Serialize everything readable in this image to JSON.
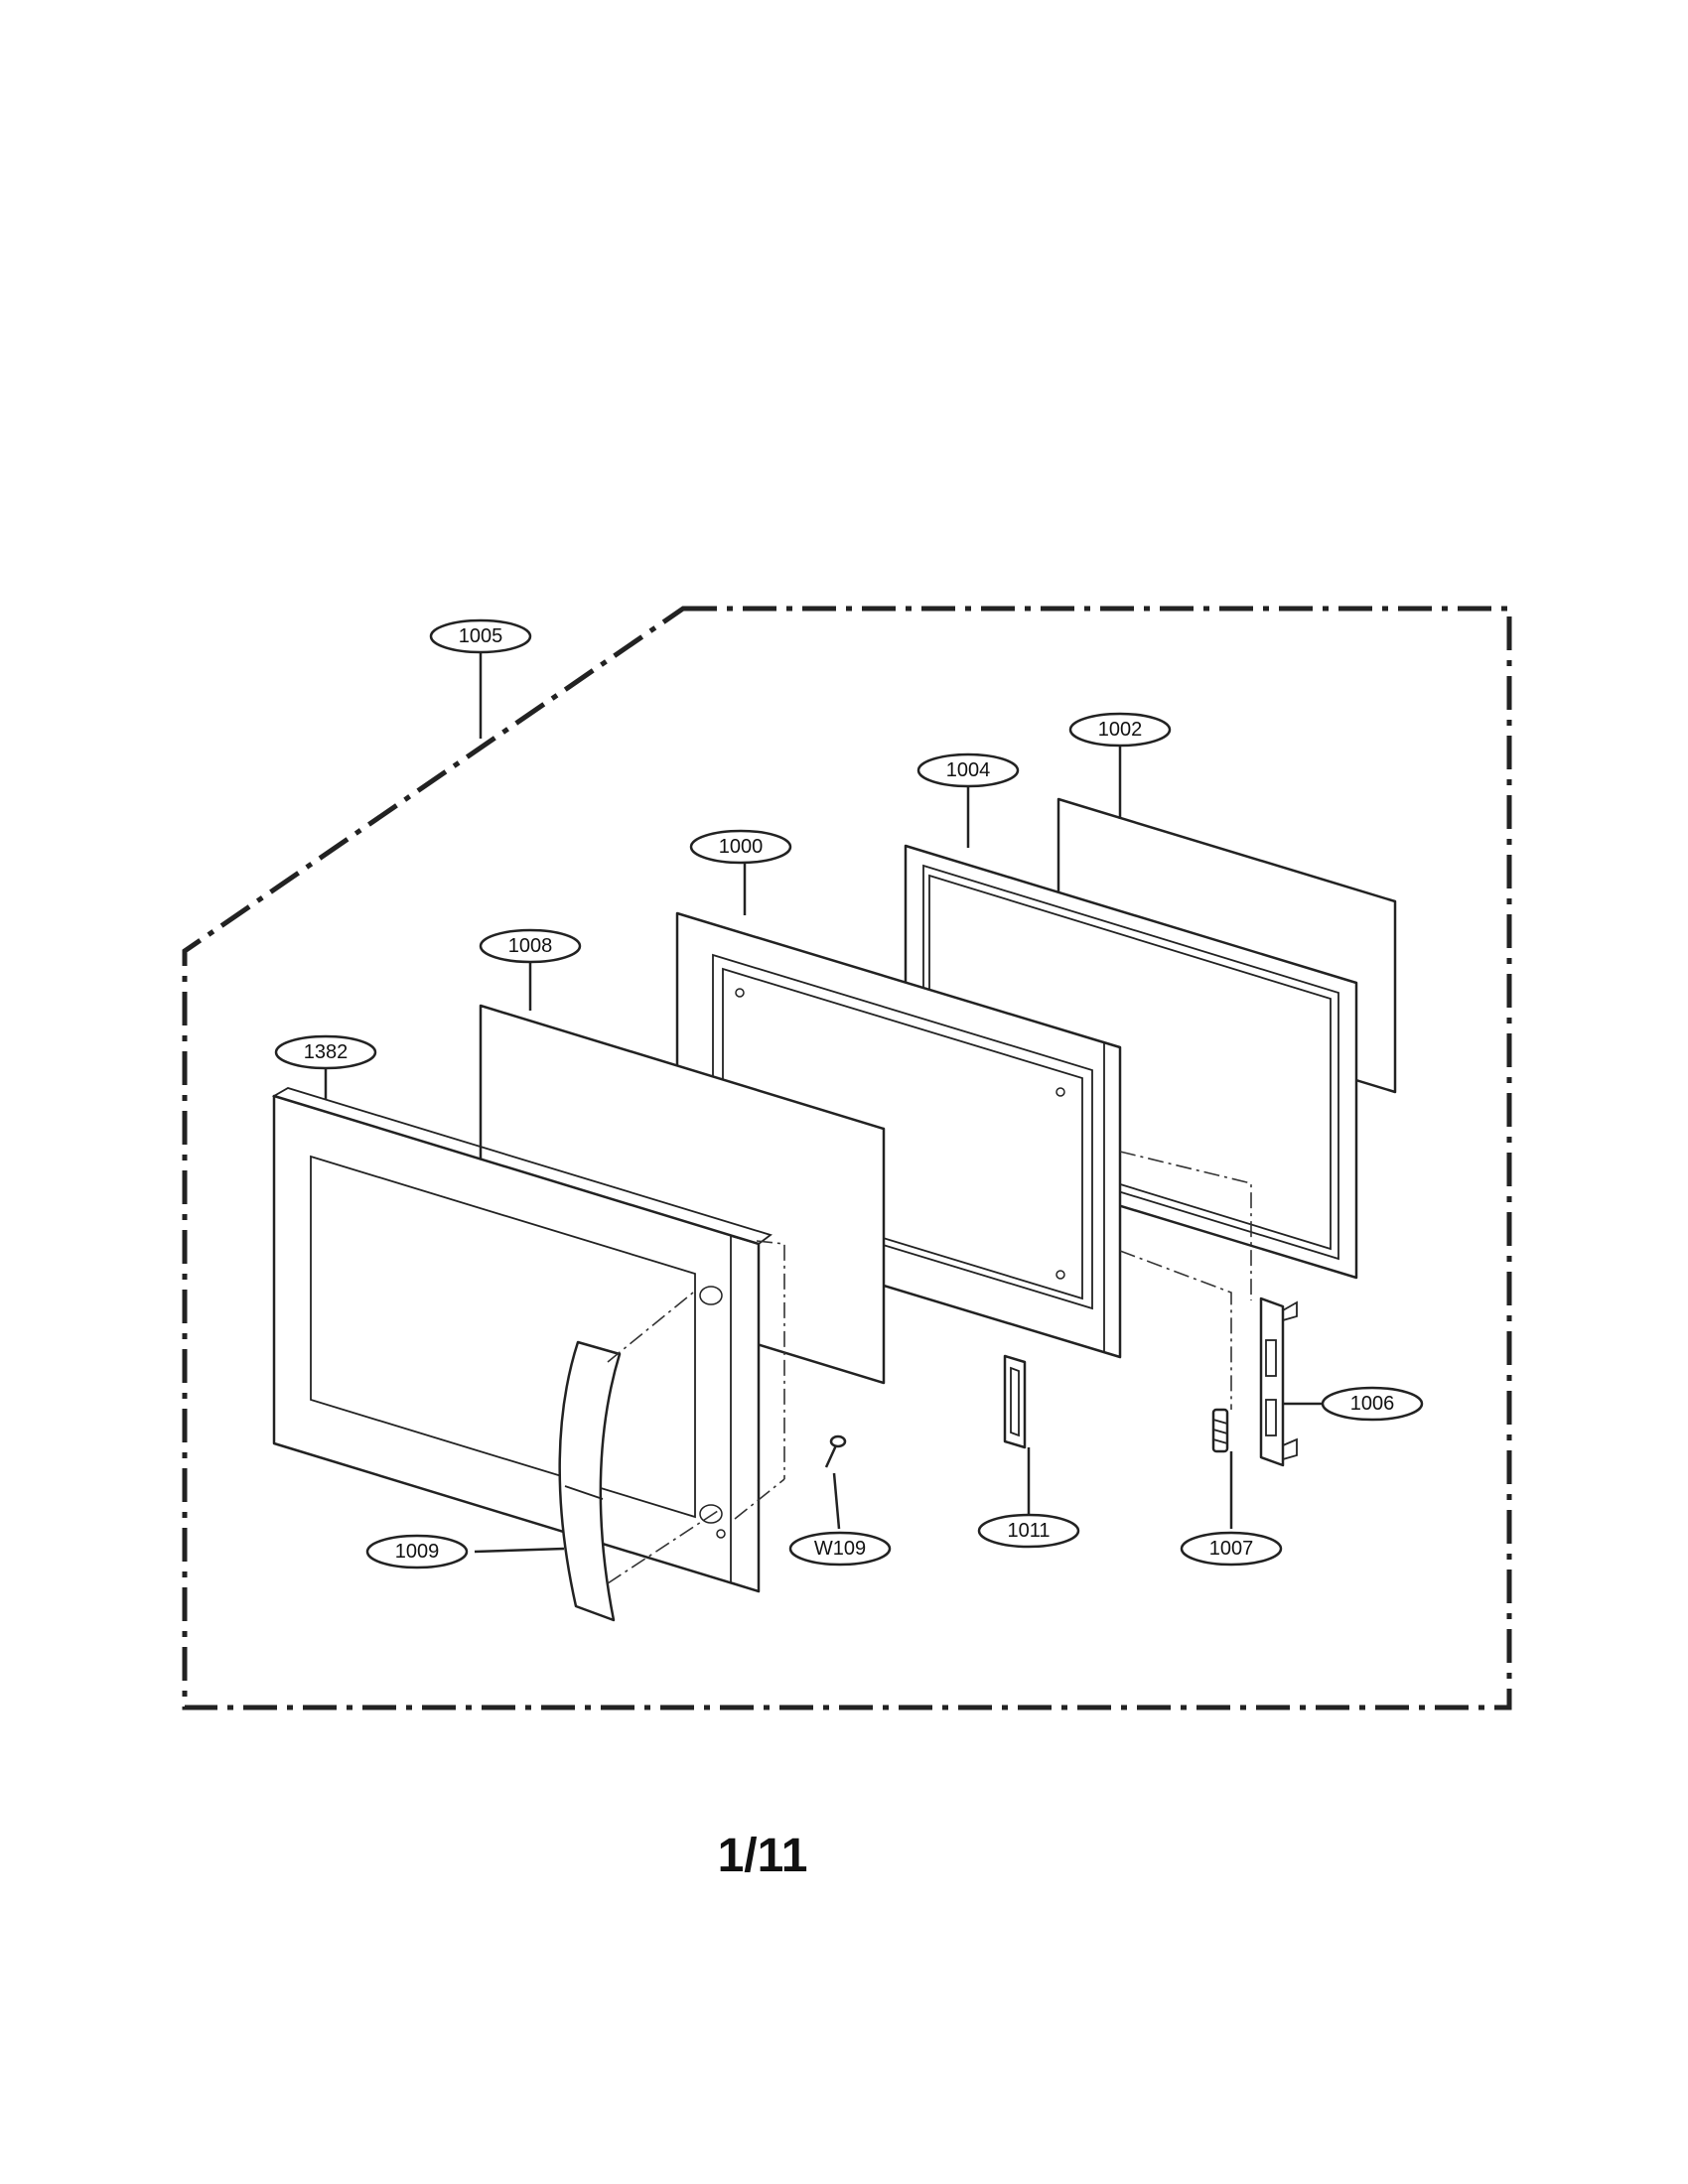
{
  "diagram": {
    "callouts": {
      "door_assembly": "1005",
      "glass_panel_rear": "1002",
      "door_frame_rear": "1004",
      "door_inner_frame": "1000",
      "glass_panel_front": "1008",
      "door_frame_front": "1382",
      "latch_hook_right": "1006",
      "latch_part": "1011",
      "spring": "1007",
      "screw": "W109",
      "handle": "1009"
    },
    "page_number": "1/11"
  }
}
